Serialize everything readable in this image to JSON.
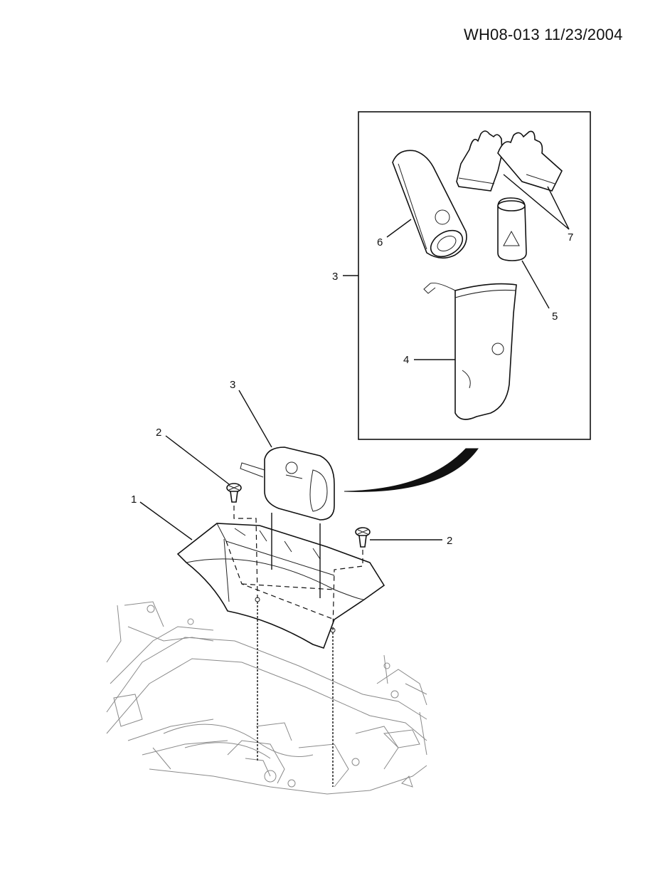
{
  "document": {
    "id": "WH08-013 11/23/2004"
  },
  "callouts": {
    "c1": "1",
    "c2a": "2",
    "c2b": "2",
    "c3a": "3",
    "c3b": "3",
    "c4": "4",
    "c5": "5",
    "c6": "6",
    "c7": "7"
  },
  "icons": {
    "tray": "storage-tray-icon",
    "fastener": "push-pin-fastener-icon",
    "kit-case": "accessory-kit-case-icon",
    "bag": "drawstring-bag-icon",
    "canister": "small-canister-icon",
    "tube": "tube-container-icon",
    "gloves": "work-gloves-icon",
    "vehicle-floor": "vehicle-cargo-floor-icon"
  },
  "colors": {
    "line": "#111111",
    "vehicle": "#8a8a8a",
    "background": "#ffffff"
  }
}
